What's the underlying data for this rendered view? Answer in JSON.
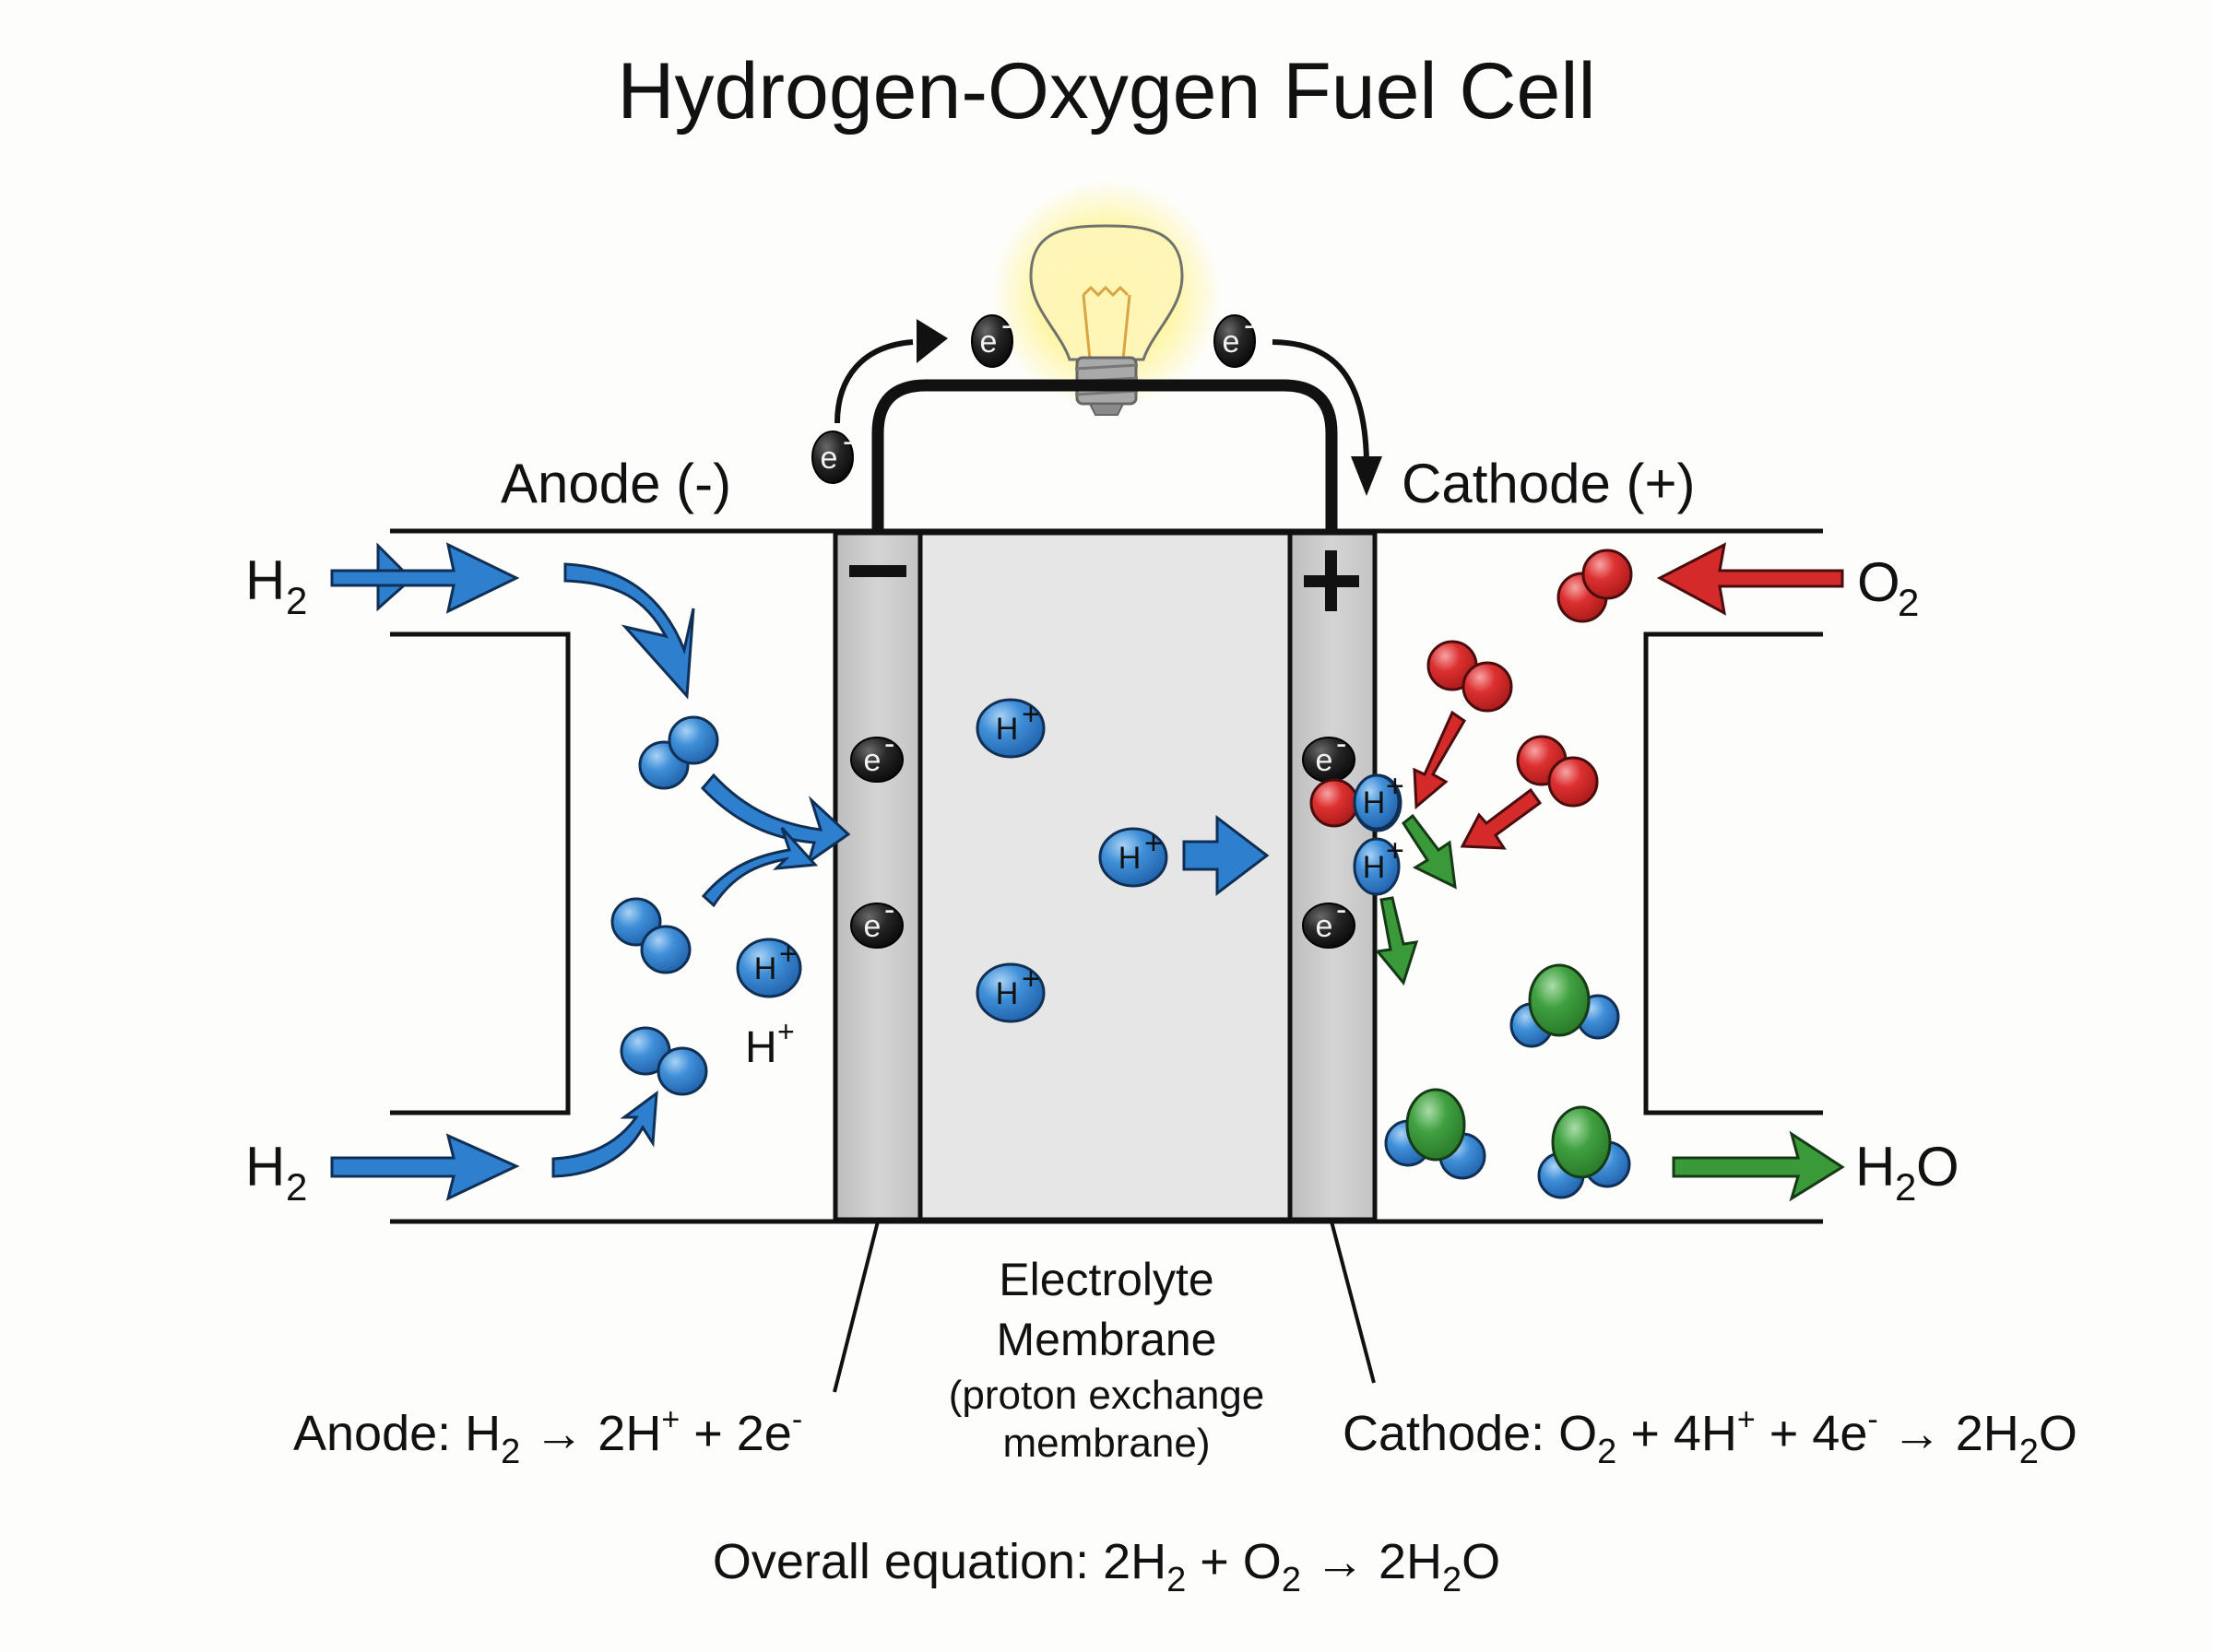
{
  "title": "Hydrogen-Oxygen Fuel Cell",
  "labels": {
    "anode": "Anode (-)",
    "cathode": "Cathode (+)",
    "h2_in_top": "H",
    "h2_in_bottom": "H",
    "o2_in": "O",
    "h2o_out_h": "H",
    "h2o_out_o": "O",
    "sub2": "2",
    "free_ion": "H",
    "plus": "+",
    "minus": "−",
    "electron": "e",
    "electron_sup": "-",
    "proton": "H",
    "proton_sup": "+"
  },
  "electrode_signs": {
    "anode": "−",
    "cathode": "+"
  },
  "membrane": {
    "line1": "Electrolyte",
    "line2": "Membrane",
    "line3": "(proton exchange",
    "line4": "membrane)"
  },
  "equations": {
    "anode": {
      "prefix": "Anode: H",
      "sub": "2",
      "rest1": " → 2H",
      "sup1": "+",
      "rest2": " + 2e",
      "sup2": "-"
    },
    "cathode": {
      "prefix": "Cathode: O",
      "sub1": "2",
      "rest1": " + 4H",
      "sup1": "+",
      "rest2": " + 4e",
      "sup2": "-",
      "rest3": " → 2H",
      "sub2": "2",
      "rest4": "O"
    },
    "overall": {
      "prefix": "Overall equation: 2H",
      "sub1": "2",
      "rest1": " + O",
      "sub2": "2",
      "rest2": " → 2H",
      "sub3": "2",
      "rest3": "O"
    }
  },
  "colors": {
    "hydrogen": "#2f7fcf",
    "oxygen": "#d52a2a",
    "water_oxygen": "#3a9a3a",
    "electron": "#1e1e1e",
    "electrode": "#c9c9c9",
    "membrane": "#e4e4e4",
    "bulb_glow": "#fff27a"
  }
}
